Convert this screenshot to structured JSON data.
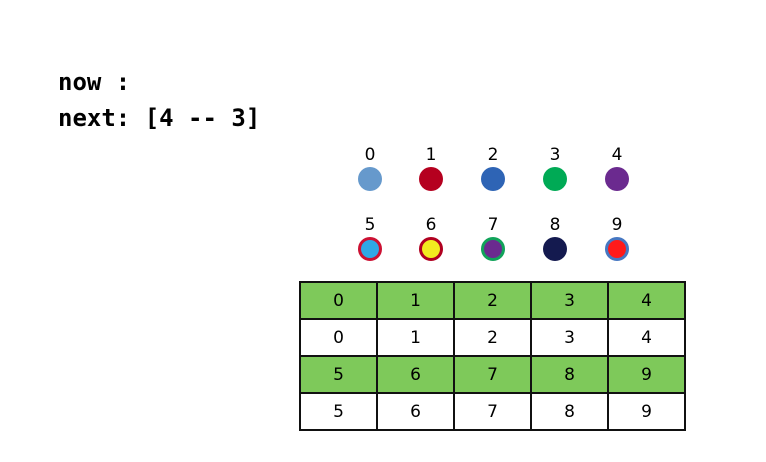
{
  "status": {
    "now": "now :",
    "next": "next: [4 -- 3]"
  },
  "nodes": [
    {
      "label": "0",
      "fill": "#6699cc",
      "ring": "#6699cc"
    },
    {
      "label": "1",
      "fill": "#b5001f",
      "ring": "#b5001f"
    },
    {
      "label": "2",
      "fill": "#2e64b5",
      "ring": "#2e64b5"
    },
    {
      "label": "3",
      "fill": "#00aa55",
      "ring": "#00aa55"
    },
    {
      "label": "4",
      "fill": "#6b2a8f",
      "ring": "#6b2a8f"
    },
    {
      "label": "5",
      "fill": "#2fa8e6",
      "ring": "#cc1133"
    },
    {
      "label": "6",
      "fill": "#f2ec1f",
      "ring": "#b00020"
    },
    {
      "label": "7",
      "fill": "#6b2a8f",
      "ring": "#11a35a"
    },
    {
      "label": "8",
      "fill": "#141a4f",
      "ring": "#141a4f"
    },
    {
      "label": "9",
      "fill": "#ff1a1a",
      "ring": "#4677c2"
    }
  ],
  "table": {
    "rows": [
      {
        "kind": "index",
        "cells": [
          "0",
          "1",
          "2",
          "3",
          "4"
        ]
      },
      {
        "kind": "value",
        "cells": [
          "0",
          "1",
          "2",
          "3",
          "4"
        ]
      },
      {
        "kind": "index",
        "cells": [
          "5",
          "6",
          "7",
          "8",
          "9"
        ]
      },
      {
        "kind": "value",
        "cells": [
          "5",
          "6",
          "7",
          "8",
          "9"
        ]
      }
    ]
  },
  "colors": {
    "index_row": "#7ec95a",
    "value_row": "#ffffff",
    "border": "#111111"
  }
}
